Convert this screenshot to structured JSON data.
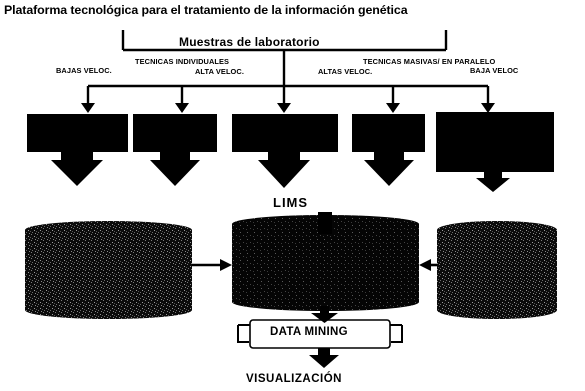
{
  "title": "Plataforma tecnológica para el tratamiento de la información genética",
  "samples_label": "Muestras de laboratorio",
  "techniques": {
    "individual_header": "TECNICAS INDIVIDUALES",
    "low_speed_left": "BAJAS VELOC.",
    "high_speed_left": "ALTA VELOC.",
    "massive_header": "TECNICAS MASIVAS/ EN PARALELO",
    "high_speed_right": "ALTAS VELOC.",
    "low_speed_right": "BAJA VELOC"
  },
  "lims_label": "LIMS",
  "data_mining_label": "DATA MINING",
  "visualization_label": "VISUALIZACIÓN",
  "colors": {
    "ink": "#000000",
    "texture": "#8a8a8a",
    "background": "#ffffff"
  }
}
